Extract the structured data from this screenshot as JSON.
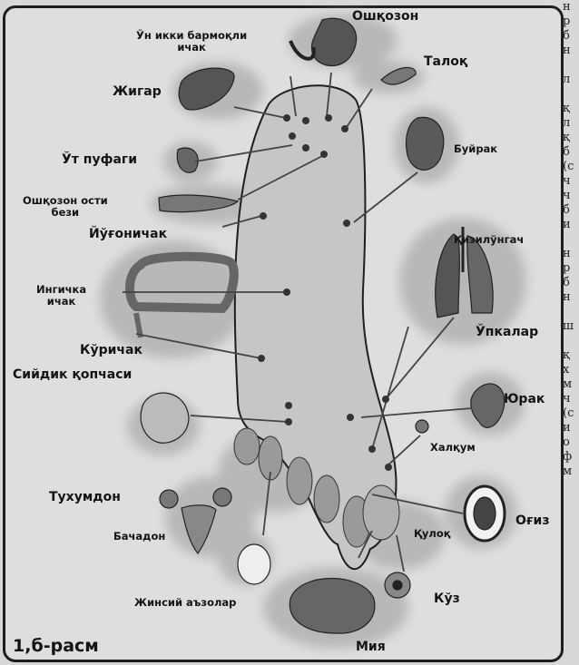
{
  "labels": {
    "oshqozon": "Ошқозон",
    "un_ikki": "Ўн икки бармоқли\nичак",
    "taloq": "Талоқ",
    "jigar": "Жигар",
    "buyrak": "Буйрак",
    "ut_pufagi": "Ўт пуфаги",
    "oshqozon_osti": "Ошқозон ости\nбези",
    "qizilungach": "Қизилўнгач",
    "yugonichak": "Йўғоничак",
    "ingichka": "Ингичка\nичак",
    "upkalar": "Ўпкалар",
    "kurichak": "Кўричак",
    "siydik": "Сийдик қопчаси",
    "yurak": "Юрак",
    "halqum": "Халқум",
    "tuhumdon": "Тухумдон",
    "ogiz": "Оғиз",
    "bachadon": "Бачадон",
    "quloq": "Қулоқ",
    "kuz": "Кўз",
    "jinsiy": "Жинсий аъзолар",
    "miya": "Мия",
    "figure": "1,б-расм"
  },
  "side_text": [
    "н",
    "р",
    "б",
    "н",
    "",
    "л",
    "",
    "қ",
    "л",
    "қ",
    "б",
    "(с",
    "ч",
    "ч",
    "б",
    "и",
    "",
    "н",
    "р",
    "б",
    "н",
    "",
    "ш",
    "",
    "қ",
    "х",
    "м",
    "ч",
    "(с",
    "и",
    "о",
    "ф",
    "м"
  ],
  "colors": {
    "ink": "#1e1e1e",
    "organ_dark": "#555555",
    "organ_mid": "#888888",
    "halo": "#b4b4b4",
    "foot_fill": "#c4c4c4"
  }
}
